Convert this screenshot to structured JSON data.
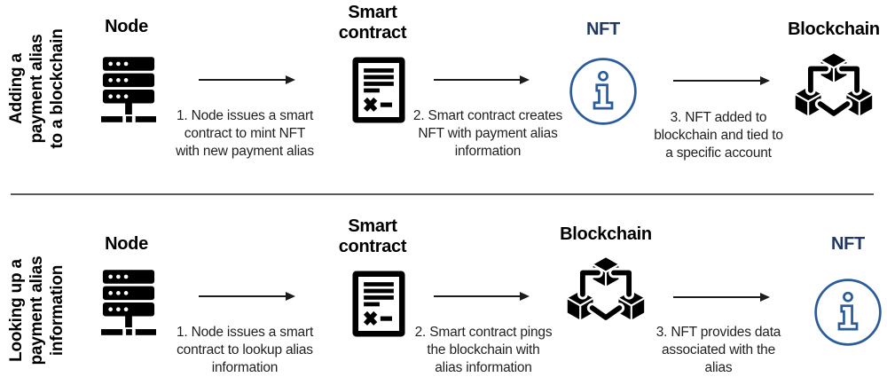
{
  "colors": {
    "icon_black": "#000000",
    "body_text": "#1f1f1f",
    "nft_title_blue": "#1f3864",
    "nft_icon_blue": "#2a5c9c",
    "divider_gray": "#595959",
    "background": "#ffffff"
  },
  "icons": {
    "node": "server-icon",
    "smart_contract": "contract-document-icon",
    "nft": "info-circle-icon",
    "blockchain": "linked-cubes-icon"
  },
  "rows": [
    {
      "side_label": "Adding a\npayment alias\nto a blockchain",
      "stations": [
        {
          "label": "Node"
        },
        {
          "label": "Smart\ncontract"
        },
        {
          "label": "NFT"
        },
        {
          "label": "Blockchain"
        }
      ],
      "steps": [
        {
          "text": "1. Node issues a smart\ncontract to mint NFT\nwith new payment alias"
        },
        {
          "text": "2. Smart contract creates\nNFT with payment alias\ninformation"
        },
        {
          "text": "3. NFT added to\nblockchain and tied to\na specific account"
        }
      ]
    },
    {
      "side_label": "Looking up a\npayment alias\ninformation",
      "stations": [
        {
          "label": "Node"
        },
        {
          "label": "Smart\ncontract"
        },
        {
          "label": "Blockchain"
        },
        {
          "label": "NFT"
        }
      ],
      "steps": [
        {
          "text": "1. Node issues a smart\ncontract to lookup alias\ninformation"
        },
        {
          "text": "2. Smart contract pings\nthe blockchain with\nalias information"
        },
        {
          "text": "3. NFT provides data\nassociated with the\nalias"
        }
      ]
    }
  ]
}
